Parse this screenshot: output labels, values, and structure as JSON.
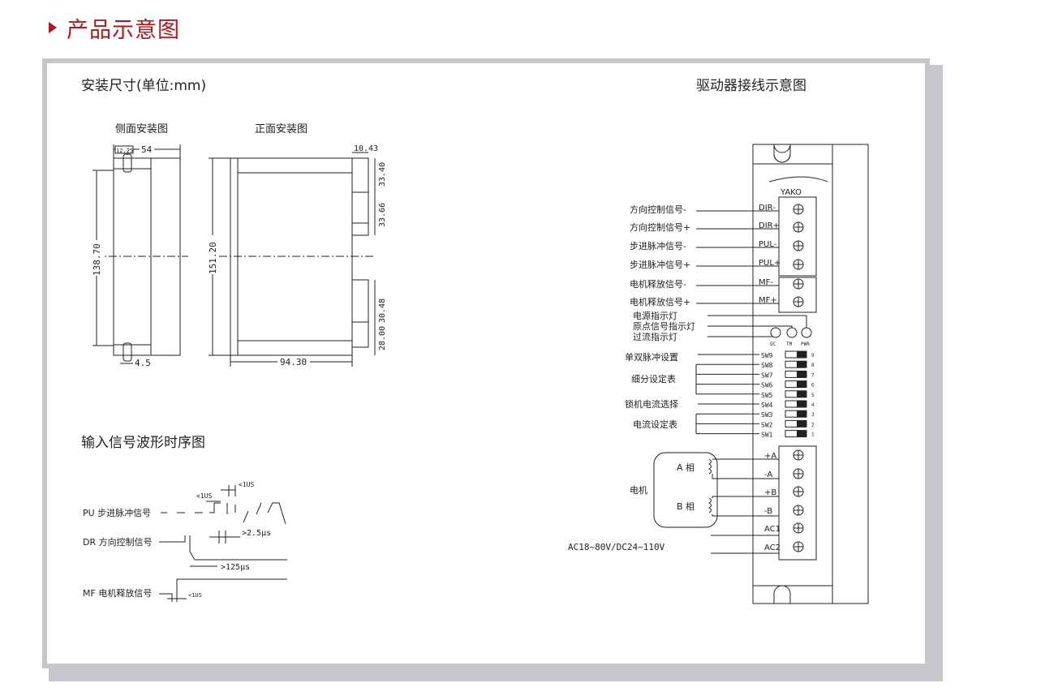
{
  "header": {
    "title": "产品示意图"
  },
  "colors": {
    "accent": "#b3181f",
    "frame": "#c6c6cc",
    "line": "#222222"
  },
  "dimensions": {
    "section_title": "安装尺寸(单位:mm)",
    "side_label": "侧面安装图",
    "front_label": "正面安装图",
    "d_width": "54",
    "d_hole": "12.25",
    "d_side_height": "138.70",
    "d_bottom": "4.5",
    "d_height": "151.20",
    "d_depth": "94.30",
    "d_flange": "10.43",
    "d_v1": "33.40",
    "d_v2": "33.66",
    "d_v3": "30.48",
    "d_v4": "28.00"
  },
  "timing": {
    "section_title": "输入信号波形时序图",
    "pu_label": "PU 步进脉冲信号",
    "dr_label": "DR 方向控制信号",
    "mf_label": "MF 电机释放信号",
    "t_1us_a": "<1US",
    "t_1us_b": "<1US",
    "t_2_5us": ">2.5μs",
    "t_125us": ">125μs",
    "t_1us_c": "<1US"
  },
  "wiring": {
    "section_title": "驱动器接线示意图",
    "brand": "YAKO",
    "signal_labels": [
      "方向控制信号-",
      "方向控制信号+",
      "步进脉冲信号-",
      "步进脉冲信号+",
      "电机释放信号-",
      "电机释放信号+"
    ],
    "terminal_labels": [
      "DIR-",
      "DIR+",
      "PUL-",
      "PUL+",
      "MF-",
      "MF+"
    ],
    "led_labels": [
      "电源指示灯",
      "原点信号指示灯",
      "过流指示灯"
    ],
    "led_tags": [
      "OC",
      "TM",
      "PWR"
    ],
    "switch_names": [
      "SW9",
      "SW8",
      "SW7",
      "SW6",
      "SW5",
      "SW4",
      "SW3",
      "SW2",
      "SW1"
    ],
    "switch_numbers": [
      "9",
      "8",
      "7",
      "6",
      "5",
      "4",
      "3",
      "2",
      "1"
    ],
    "switch_groups": [
      "单双脉冲设置",
      "细分设定表",
      "锁机电流选择",
      "电流设定表"
    ],
    "motor_label": "电机",
    "phase_a": "A 相",
    "phase_b": "B 相",
    "power_terminals": [
      "+A",
      "-A",
      "+B",
      "-B",
      "AC1",
      "AC2"
    ],
    "power_label": "AC18~80V/DC24~110V"
  }
}
